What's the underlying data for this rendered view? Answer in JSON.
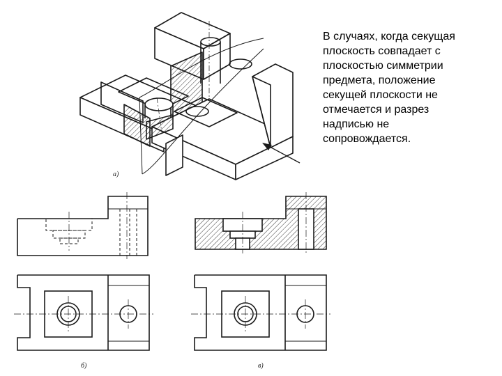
{
  "slide": {
    "text": "В случаях, когда секущая\nплоскость совпадает с\nплоскостью симметрии\nпредмета, положение\nсекущей плоскости не\nотмечается и разрез\nнадписью не\nсопровождается."
  },
  "figure": {
    "label_a": "а)",
    "label_b": "б)",
    "label_v": "в)"
  },
  "colors": {
    "ink": "#1a1a1a",
    "background": "#ffffff"
  }
}
